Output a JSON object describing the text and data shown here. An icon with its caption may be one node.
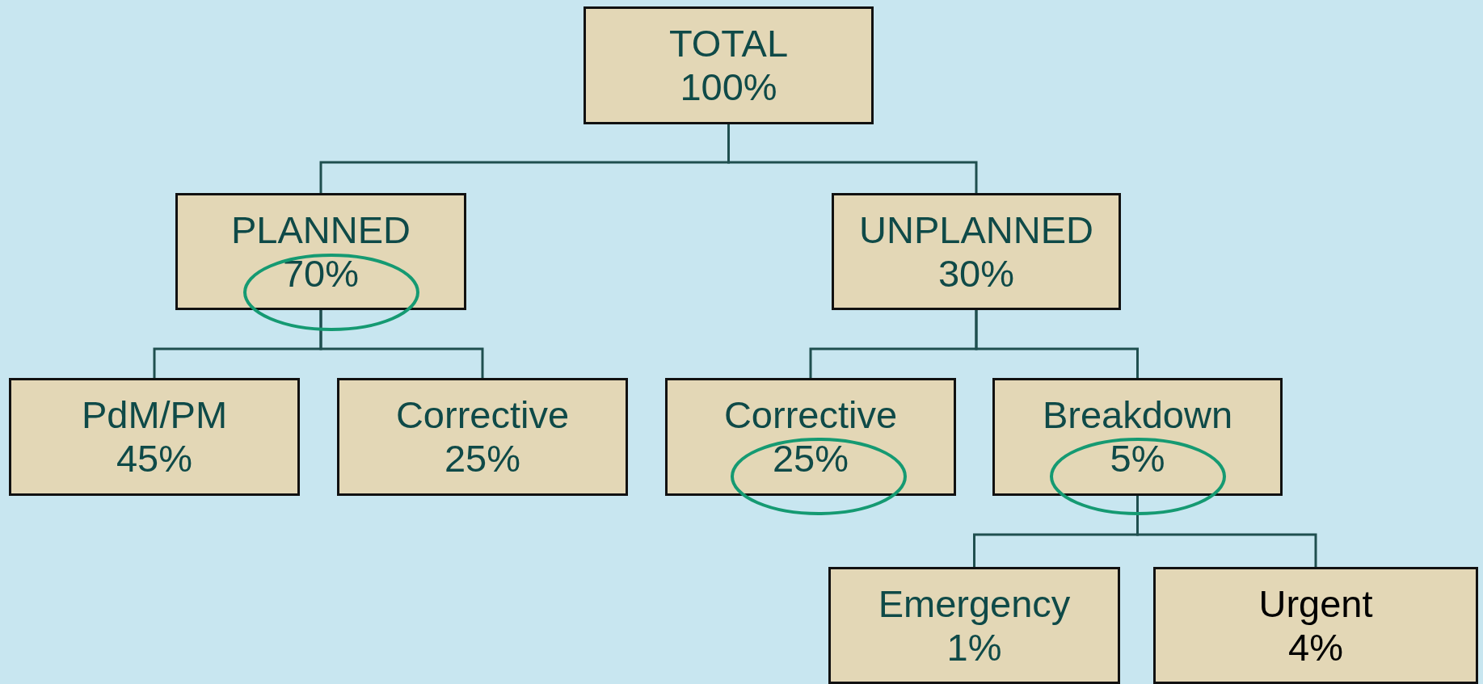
{
  "diagram": {
    "nodes": [
      {
        "text": [
          "TOTAL",
          "100%"
        ]
      },
      {
        "text": [
          "PLANNED",
          "70%"
        ]
      },
      {
        "text": [
          "UNPLANNED",
          "30%"
        ]
      },
      {
        "text": [
          "PdM/PM",
          "45%"
        ]
      },
      {
        "text": [
          "Corrective",
          "25%"
        ]
      },
      {
        "text": [
          "Corrective",
          "25%"
        ]
      },
      {
        "text": [
          "Breakdown",
          "5%"
        ]
      },
      {
        "text": [
          "Emergency",
          "1%"
        ]
      },
      {
        "text": [
          "Urgent",
          "4%"
        ]
      }
    ],
    "edges": [
      {
        "from": 0,
        "to": 1,
        "arrow": "none"
      },
      {
        "from": 0,
        "to": 2,
        "arrow": "none"
      },
      {
        "from": 1,
        "to": 3,
        "arrow": "none"
      },
      {
        "from": 1,
        "to": 4,
        "arrow": "none"
      },
      {
        "from": 2,
        "to": 5,
        "arrow": "none"
      },
      {
        "from": 2,
        "to": 6,
        "arrow": "none"
      },
      {
        "from": 6,
        "to": 7,
        "arrow": "none"
      },
      {
        "from": 6,
        "to": 8,
        "arrow": "none"
      }
    ]
  }
}
